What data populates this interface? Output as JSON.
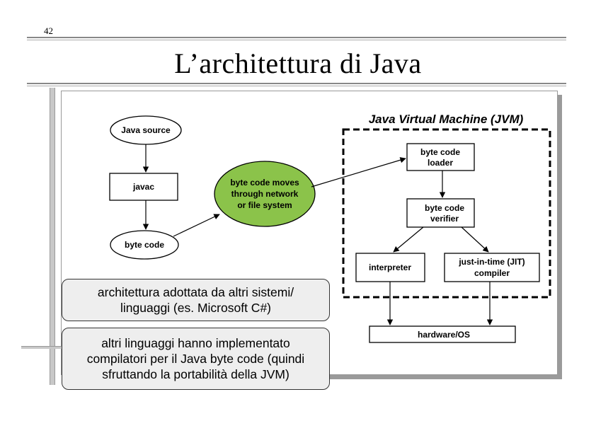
{
  "page_number": "42",
  "title": "L’architettura di Java",
  "diagram": {
    "jvm_label": "Java Virtual Machine (JVM)",
    "java_source": "Java source",
    "javac": "javac",
    "byte_code": "byte code",
    "network_lines": [
      "byte code moves",
      "through network",
      "or file system"
    ],
    "loader_lines": [
      "byte code",
      "loader"
    ],
    "verifier_lines": [
      "byte code",
      "verifier"
    ],
    "interpreter": "interpreter",
    "jit_lines": [
      "just-in-time (JIT)",
      "compiler"
    ],
    "hardware": "hardware/OS",
    "colors": {
      "network_fill": "#8bc34a",
      "note_fill": "#eeeeee"
    }
  },
  "notes": {
    "note1_lines": [
      "architettura adottata da altri sistemi/",
      "linguaggi (es. Microsoft C#)"
    ],
    "note2_lines": [
      "altri linguaggi hanno implementato",
      "compilatori per il Java byte code (quindi",
      "sfruttando la portabilità della JVM)"
    ]
  }
}
